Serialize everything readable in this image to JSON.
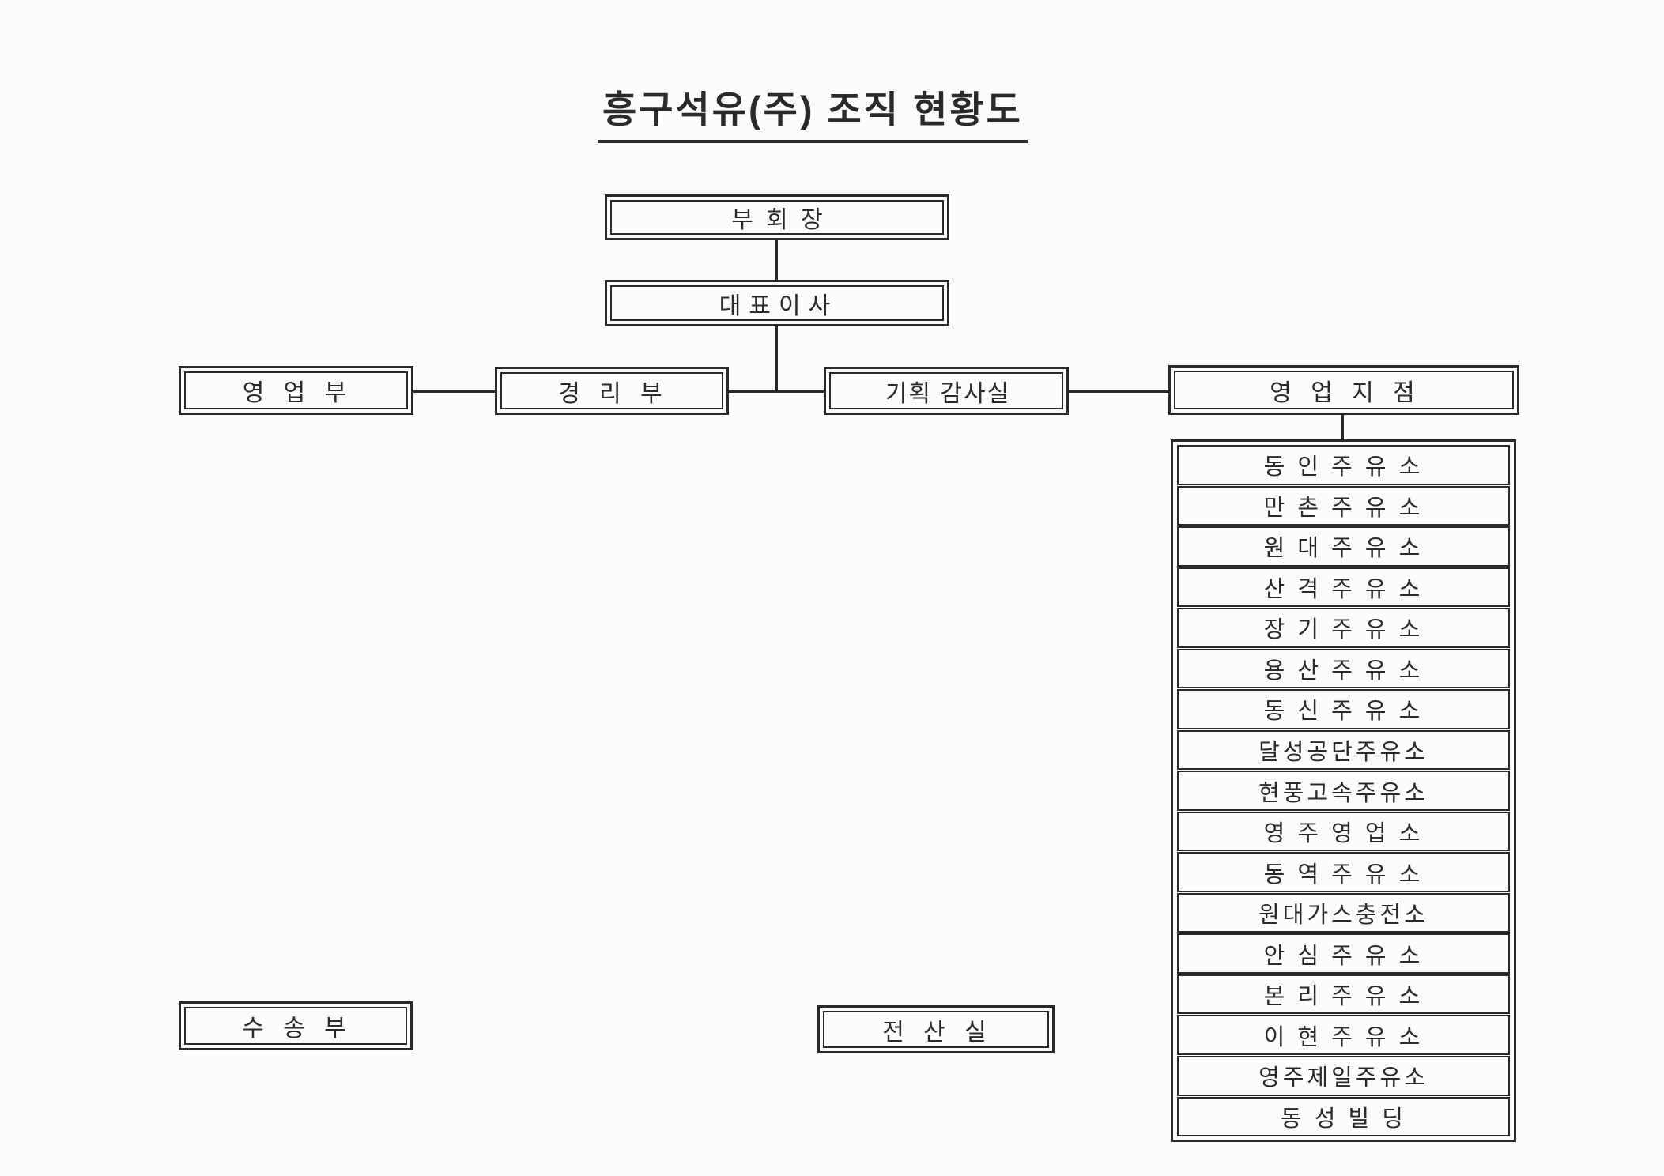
{
  "title": "흥구석유(주) 조직 현황도",
  "colors": {
    "ink": "#2a2a2a",
    "paper": "#fcfcfa"
  },
  "org": {
    "vice_chairman": "부 회 장",
    "ceo": "대표이사",
    "departments": {
      "sales": "영 업 부",
      "accounting": "경 리 부",
      "planning_audit": "기획 감사실",
      "branch_office": "영  업  지  점"
    },
    "branches": [
      "동 인 주 유 소",
      "만 촌 주 유 소",
      "원 대 주 유 소",
      "산 격 주 유 소",
      "장 기 주 유 소",
      "용 산 주 유 소",
      "동 신 주 유 소",
      "달성공단주유소",
      "현풍고속주유소",
      "영 주 영 업 소",
      "동 역 주 유 소",
      "원대가스충전소",
      "안 심 주 유 소",
      "본 리 주 유 소",
      "이 현 주 유 소",
      "영주제일주유소",
      "동 성 빌 딩"
    ],
    "transport_dept": "수 송 부",
    "computer_room": "전 산 실"
  }
}
